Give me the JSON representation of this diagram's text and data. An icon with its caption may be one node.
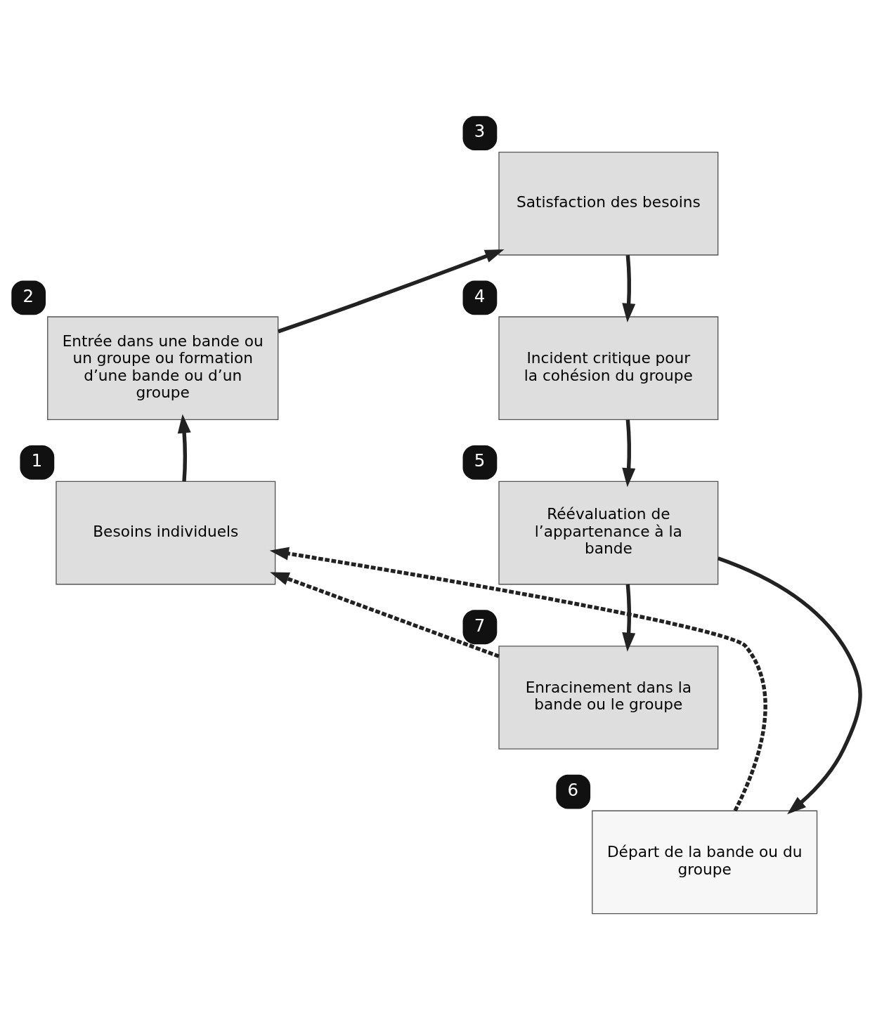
{
  "diagram": {
    "nodes": [
      {
        "text": [
          "Besoins individuels"
        ],
        "beside": [
          "1"
        ]
      },
      {
        "text": [
          "Entrée dans une bande ou un groupe ou formation d’une bande ou d’un groupe"
        ],
        "beside": [
          "2"
        ]
      },
      {
        "text": [
          "Satisfaction des besoins"
        ],
        "beside": [
          "3"
        ]
      },
      {
        "text": [
          "Incident critique pour la cohésion du groupe"
        ],
        "beside": [
          "4"
        ]
      },
      {
        "text": [
          "Réévaluation de l’appartenance à la bande"
        ],
        "beside": [
          "5"
        ]
      },
      {
        "text": [
          "Enracinement dans la bande ou le groupe"
        ],
        "beside": [
          "7"
        ]
      },
      {
        "text": [
          "Départ de la bande ou du groupe"
        ],
        "beside": [
          "6"
        ]
      }
    ],
    "edges": [
      {
        "from": 0,
        "to": 1,
        "arrow": "to"
      },
      {
        "from": 1,
        "to": 2,
        "arrow": "to"
      },
      {
        "from": 2,
        "to": 3,
        "arrow": "to"
      },
      {
        "from": 3,
        "to": 4,
        "arrow": "to"
      },
      {
        "from": 4,
        "to": 5,
        "arrow": "to"
      },
      {
        "from": 4,
        "to": 6,
        "arrow": "to"
      },
      {
        "from": 5,
        "to": 0,
        "arrow": "to",
        "style": "dashed"
      },
      {
        "from": 6,
        "to": 0,
        "arrow": "to",
        "style": "dashed"
      }
    ]
  }
}
